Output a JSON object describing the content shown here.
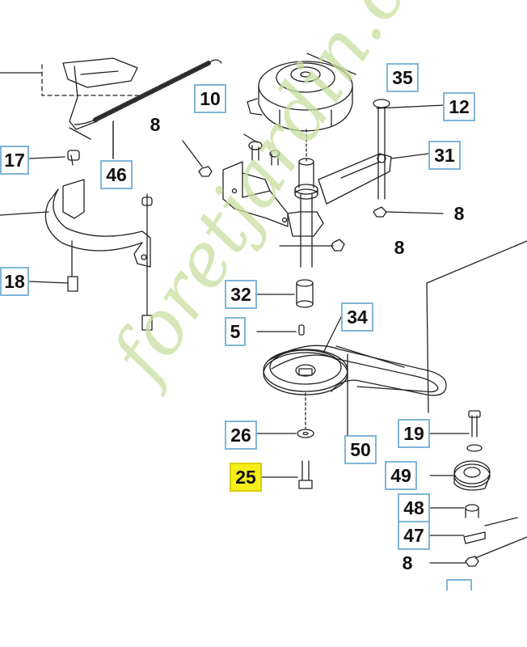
{
  "diagram": {
    "callouts": {
      "c35": "35",
      "c10": "10",
      "c12": "12",
      "c8a": "8",
      "c31": "31",
      "c17": "17",
      "c46": "46",
      "c8b": "8",
      "c8c": "8",
      "c18": "18",
      "c32": "32",
      "c34": "34",
      "c5": "5",
      "c26": "26",
      "c50": "50",
      "c19": "19",
      "c25": "25",
      "c49": "49",
      "c48": "48",
      "c47": "47",
      "c8d": "8"
    },
    "highlighted_part": "25",
    "watermark": "foretjardin.com",
    "colors": {
      "callout_border": "#7fb6d8",
      "highlight": "#f6ee1a",
      "watermark": "#c8e0a0",
      "line": "#222222"
    }
  }
}
